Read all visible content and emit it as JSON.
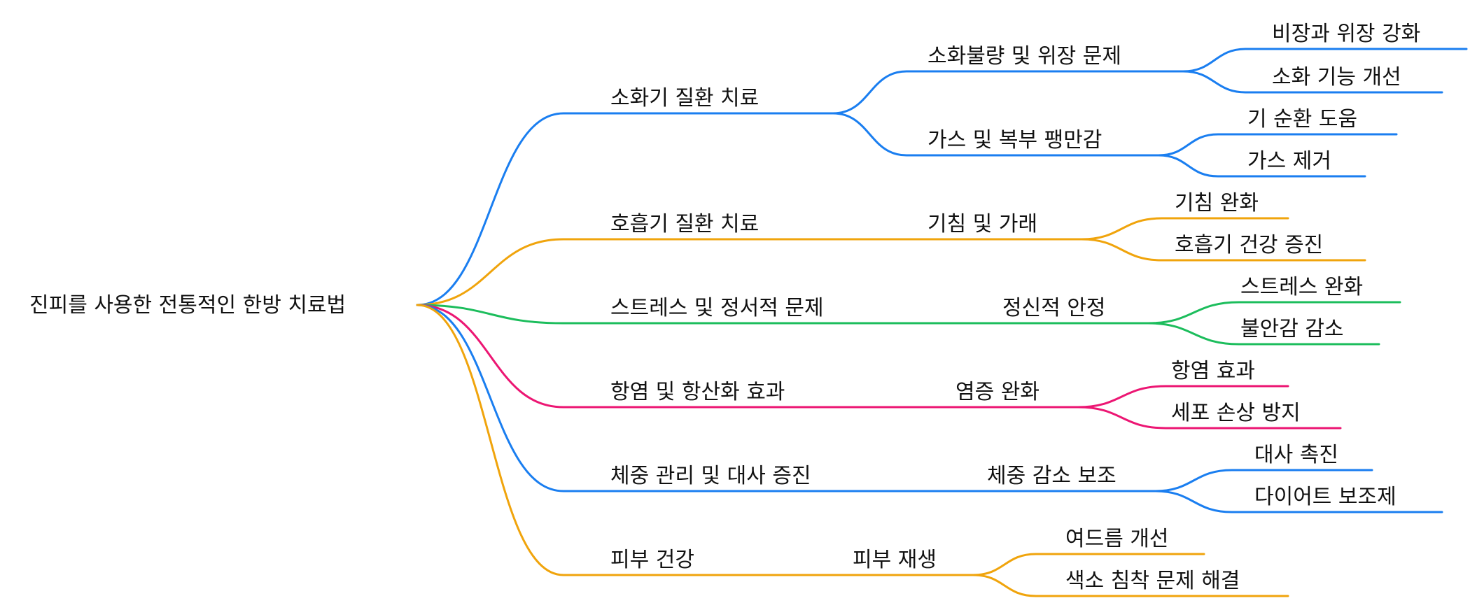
{
  "root": {
    "label": "진피를 사용한 전통적인 한방 치료법"
  },
  "colors": {
    "blue": "#1a7ef0",
    "orange": "#f0a40c",
    "green": "#1cbd5c",
    "pink": "#ec1673"
  },
  "branches": [
    {
      "label": "소화기 질환 치료",
      "color": "blue",
      "children": [
        {
          "label": "소화불량 및 위장 문제",
          "children": [
            "비장과 위장 강화",
            "소화 기능 개선"
          ]
        },
        {
          "label": "가스 및 복부 팽만감",
          "children": [
            "기 순환 도움",
            "가스 제거"
          ]
        }
      ]
    },
    {
      "label": "호흡기 질환 치료",
      "color": "orange",
      "children": [
        {
          "label": "기침 및 가래",
          "children": [
            "기침 완화",
            "호흡기 건강 증진"
          ]
        }
      ]
    },
    {
      "label": "스트레스 및 정서적 문제",
      "color": "green",
      "children": [
        {
          "label": "정신적 안정",
          "children": [
            "스트레스 완화",
            "불안감 감소"
          ]
        }
      ]
    },
    {
      "label": "항염 및 항산화 효과",
      "color": "pink",
      "children": [
        {
          "label": "염증 완화",
          "children": [
            "항염 효과",
            "세포 손상 방지"
          ]
        }
      ]
    },
    {
      "label": "체중 관리 및 대사 증진",
      "color": "blue",
      "children": [
        {
          "label": "체중 감소 보조",
          "children": [
            "대사 촉진",
            "다이어트 보조제"
          ]
        }
      ]
    },
    {
      "label": "피부 건강",
      "color": "orange",
      "children": [
        {
          "label": "피부 재생",
          "children": [
            "여드름 개선",
            "색소 침착 문제 해결"
          ]
        }
      ]
    }
  ]
}
